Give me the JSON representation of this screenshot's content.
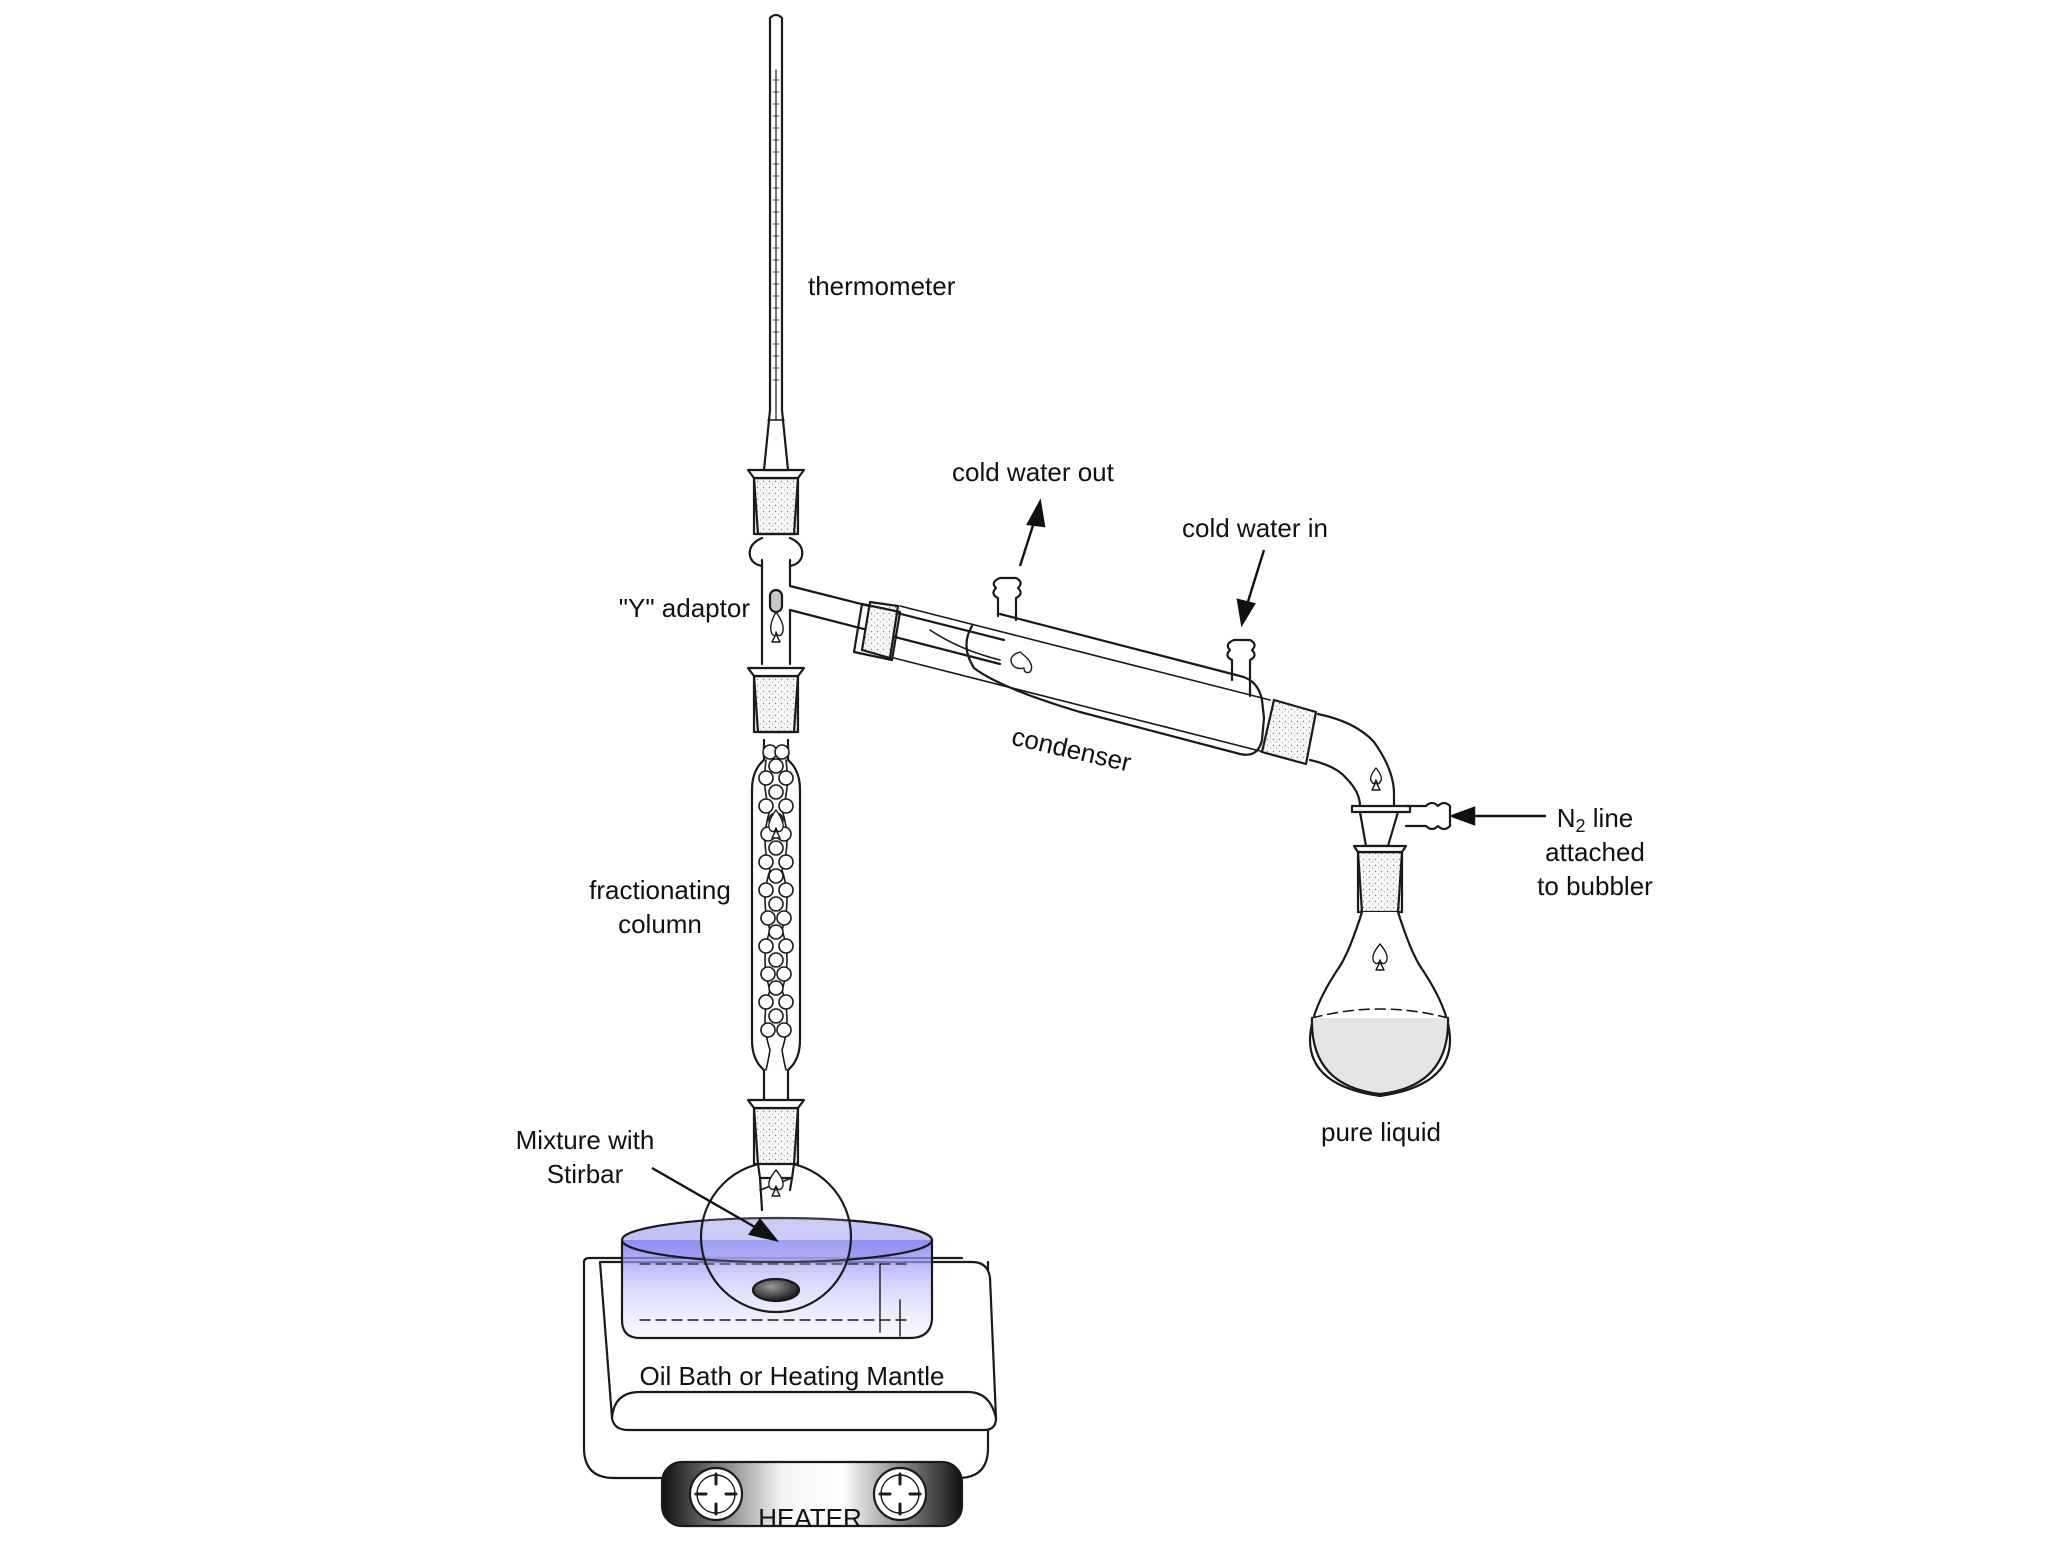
{
  "labels": {
    "thermometer": "thermometer",
    "cold_water_out": "cold water out",
    "cold_water_in": "cold water in",
    "y_adaptor": "\"Y\" adaptor",
    "condenser": "condenser",
    "n2_symbol": "N",
    "n2_subscript": "2",
    "n2_line_suffix": " line",
    "n2_line_2": "attached",
    "n2_line_3": "to bubbler",
    "fractionating_1": "fractionating",
    "fractionating_2": "column",
    "pure_liquid": "pure liquid",
    "mixture_1": "Mixture with",
    "mixture_2": "Stirbar",
    "bath": "Oil Bath or Heating Mantle",
    "heater": "HEATER"
  },
  "colors": {
    "line": "#1a1a1a",
    "bath_blue": "#8f8ff0",
    "heater_dark": "#1e1e1e"
  }
}
